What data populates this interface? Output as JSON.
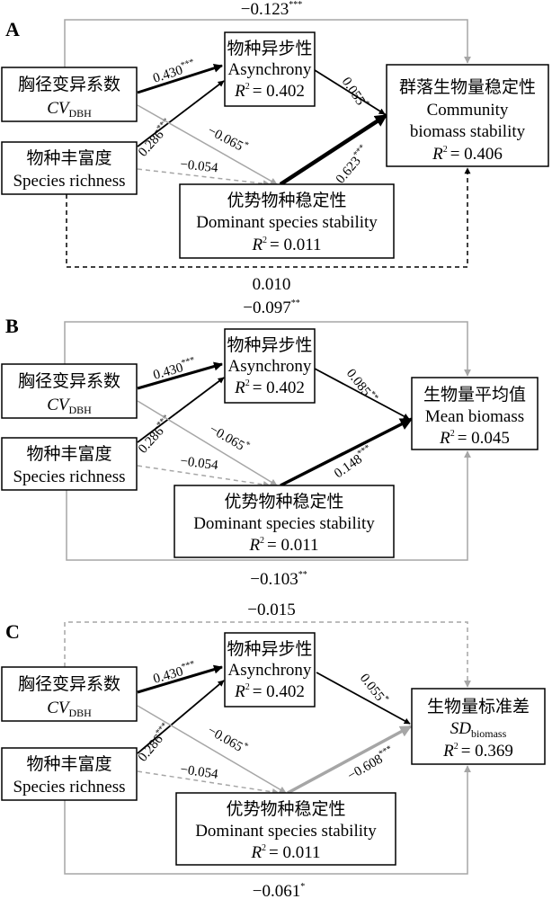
{
  "panels": [
    {
      "label": "A",
      "nodes": {
        "cv": {
          "cn": "胸径变异系数",
          "en": "CV",
          "en_sub": "DBH"
        },
        "richness": {
          "cn": "物种丰富度",
          "en": "Species richness"
        },
        "asynchrony": {
          "cn": "物种异步性",
          "en": "Asynchrony",
          "r2": "= 0.402"
        },
        "dominant": {
          "cn": "优势物种稳定性",
          "en": "Dominant species stability",
          "r2": "= 0.011"
        },
        "outcome": {
          "cn": "群落生物量稳定性",
          "en": "Community",
          "en2": "biomass stability",
          "r2": "= 0.406"
        }
      },
      "paths": {
        "top": {
          "value": "−0.123",
          "sig": "***"
        },
        "bottom": {
          "value": "0.010",
          "sig": ""
        },
        "cv_async": {
          "value": "0.430",
          "sig": "***"
        },
        "rich_async": {
          "value": "0.286",
          "sig": "***"
        },
        "cv_dom": {
          "value": "−0.065",
          "sig": "*"
        },
        "rich_dom": {
          "value": "−0.054",
          "sig": ""
        },
        "async_out": {
          "value": "0.055",
          "sig": "*"
        },
        "dom_out": {
          "value": "0.623",
          "sig": "***"
        }
      }
    },
    {
      "label": "B",
      "nodes": {
        "cv": {
          "cn": "胸径变异系数",
          "en": "CV",
          "en_sub": "DBH"
        },
        "richness": {
          "cn": "物种丰富度",
          "en": "Species richness"
        },
        "asynchrony": {
          "cn": "物种异步性",
          "en": "Asynchrony",
          "r2": "= 0.402"
        },
        "dominant": {
          "cn": "优势物种稳定性",
          "en": "Dominant species stability",
          "r2": "= 0.011"
        },
        "outcome": {
          "cn": "生物量平均值",
          "en": "Mean biomass",
          "r2": "= 0.045"
        }
      },
      "paths": {
        "top": {
          "value": "−0.097",
          "sig": "**"
        },
        "bottom": {
          "value": "−0.103",
          "sig": "**"
        },
        "cv_async": {
          "value": "0.430",
          "sig": "***"
        },
        "rich_async": {
          "value": "0.286",
          "sig": "***"
        },
        "cv_dom": {
          "value": "−0.065",
          "sig": "*"
        },
        "rich_dom": {
          "value": "−0.054",
          "sig": ""
        },
        "async_out": {
          "value": "0.085",
          "sig": "**"
        },
        "dom_out": {
          "value": "0.148",
          "sig": "***"
        }
      }
    },
    {
      "label": "C",
      "nodes": {
        "cv": {
          "cn": "胸径变异系数",
          "en": "CV",
          "en_sub": "DBH"
        },
        "richness": {
          "cn": "物种丰富度",
          "en": "Species richness"
        },
        "asynchrony": {
          "cn": "物种异步性",
          "en": "Asynchrony",
          "r2": "= 0.402"
        },
        "dominant": {
          "cn": "优势物种稳定性",
          "en": "Dominant species stability",
          "r2": "= 0.011"
        },
        "outcome": {
          "cn": "生物量标准差",
          "en": "SD",
          "en_sub": "biomass",
          "r2": "= 0.369"
        }
      },
      "paths": {
        "top": {
          "value": "−0.015",
          "sig": ""
        },
        "bottom": {
          "value": "−0.061",
          "sig": "*"
        },
        "cv_async": {
          "value": "0.430",
          "sig": "***"
        },
        "rich_async": {
          "value": "0.286",
          "sig": "***"
        },
        "cv_dom": {
          "value": "−0.065",
          "sig": "*"
        },
        "rich_dom": {
          "value": "−0.054",
          "sig": ""
        },
        "async_out": {
          "value": "0.055",
          "sig": "*"
        },
        "dom_out": {
          "value": "−0.608",
          "sig": "***"
        }
      }
    }
  ],
  "r2_symbol": "R",
  "r2_exp": "2",
  "colors": {
    "positive": "#000000",
    "negative": "#a6a6a6"
  }
}
